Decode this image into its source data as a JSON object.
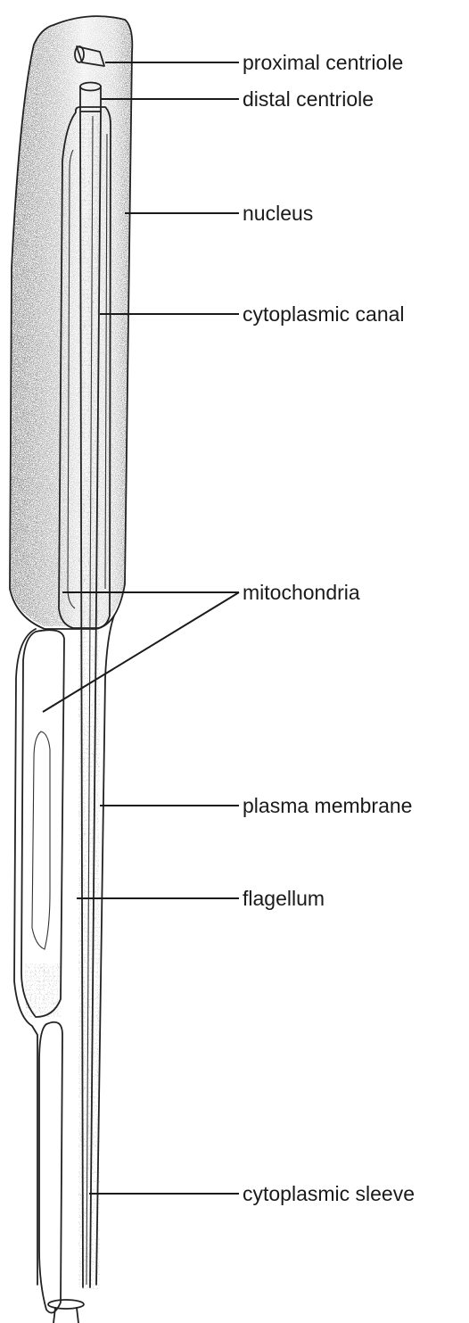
{
  "labels": {
    "proximal_centriole": "proximal centriole",
    "distal_centriole": "distal centriole",
    "nucleus": "nucleus",
    "cytoplasmic_canal": "cytoplasmic canal",
    "mitochondria": "mitochondria",
    "plasma_membrane": "plasma membrane",
    "flagellum": "flagellum",
    "cytoplasmic_sleeve": "cytoplasmic sleeve"
  },
  "colors": {
    "ink": "#1a1a1a",
    "stipple": "#2a2a2a",
    "background": "#ffffff"
  }
}
